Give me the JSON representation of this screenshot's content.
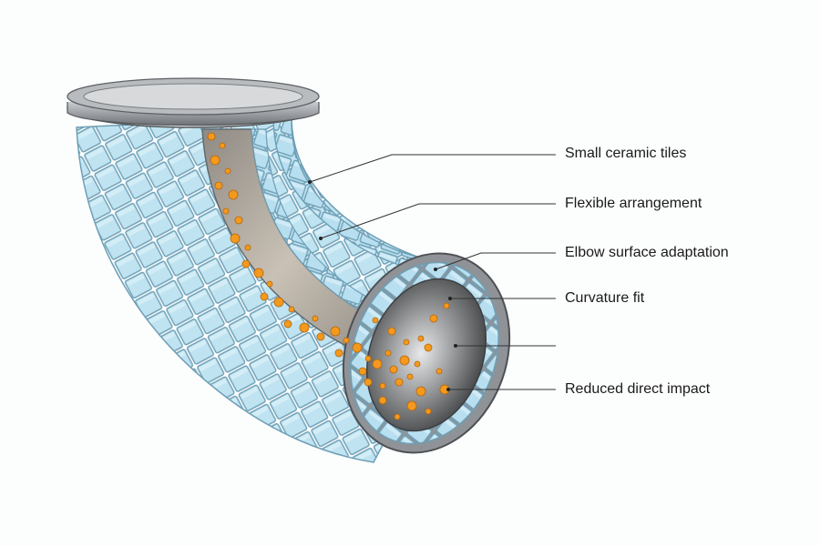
{
  "callouts": [
    {
      "label": "Small ceramic tiles"
    },
    {
      "label": "Flexible arrangement"
    },
    {
      "label": "Elbow surface adaptation"
    },
    {
      "label": "Curvature fit"
    },
    {
      "label": ""
    },
    {
      "label": "Reduced direct impact"
    }
  ],
  "colors": {
    "tile_fill": "#bfe3f1",
    "tile_edge": "#7fb4cc",
    "pipe_metal": "#9a9da1",
    "particle": "#f39a1e",
    "leader_line": "#333333"
  },
  "icons": [
    "ceramic-lined-pipe-elbow-illustration"
  ]
}
